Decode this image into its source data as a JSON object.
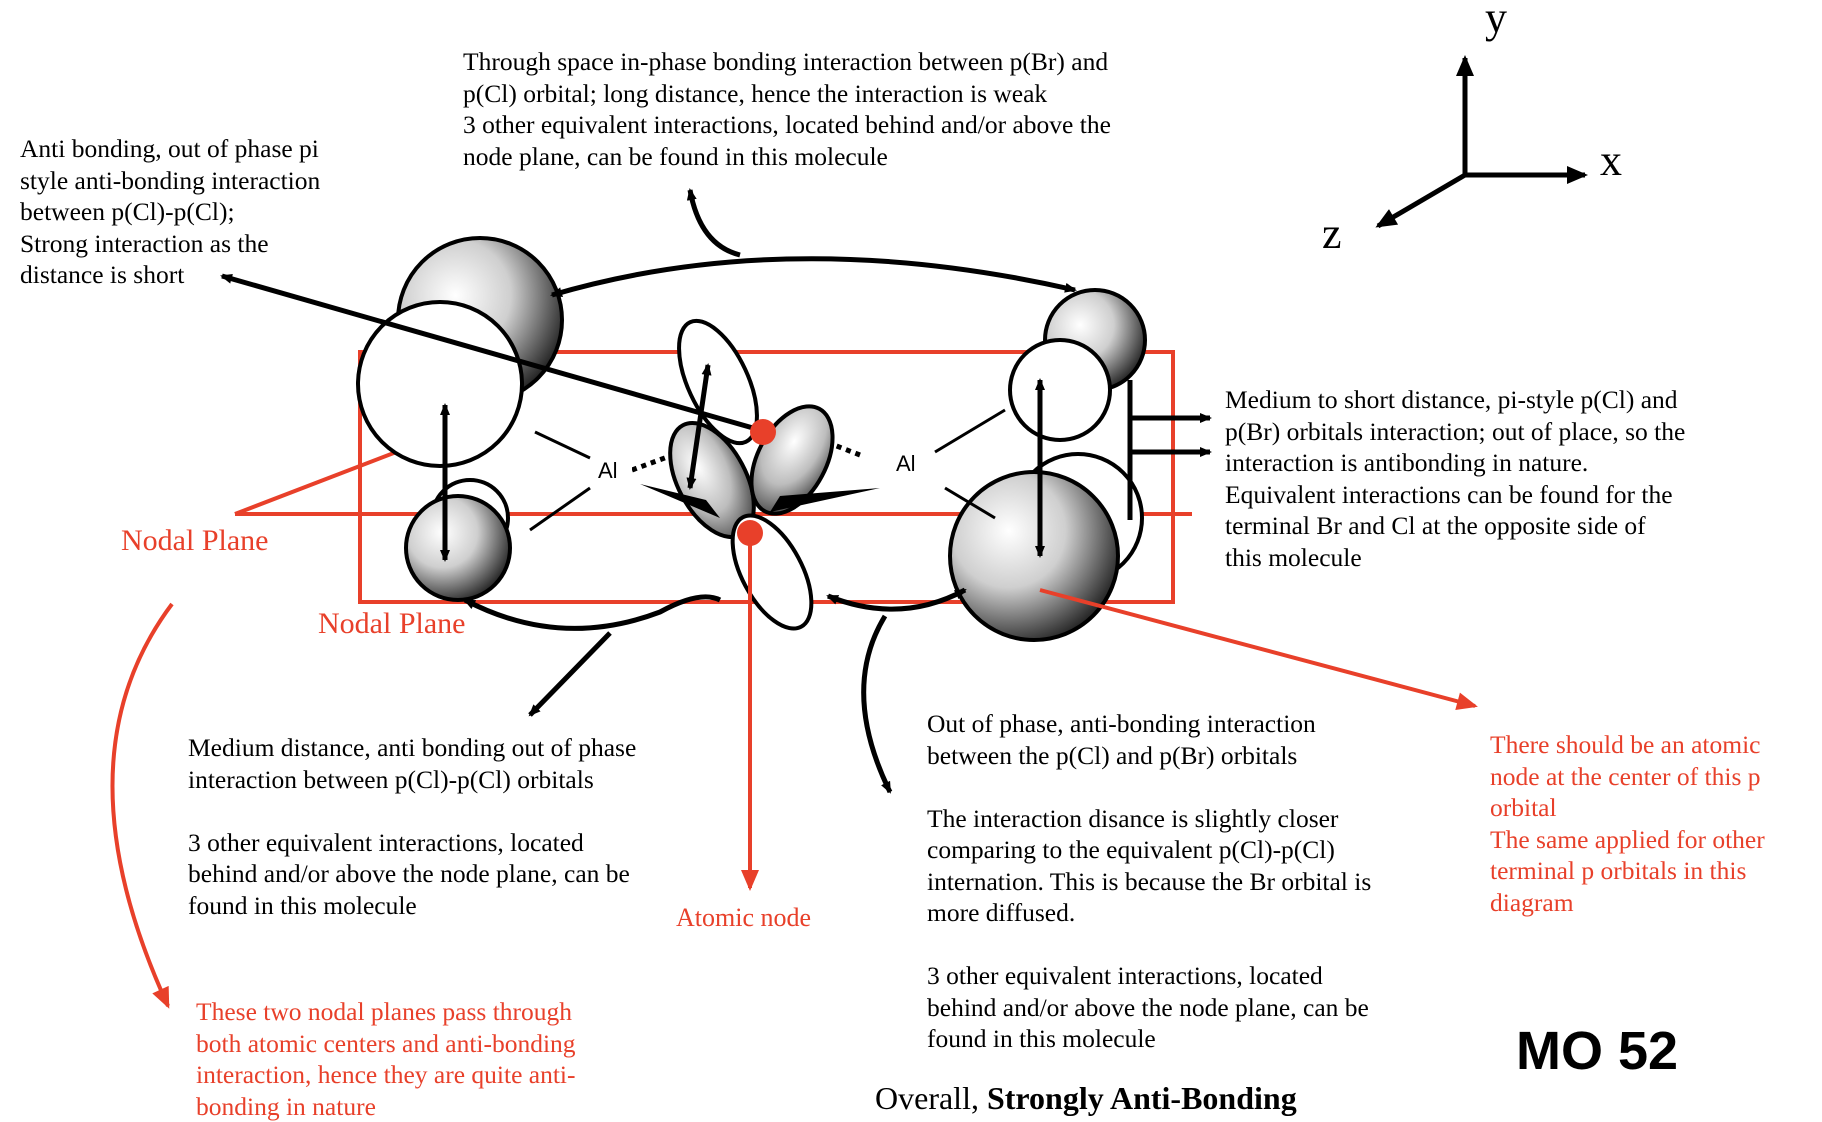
{
  "axes": {
    "x": "x",
    "y": "y",
    "z": "z"
  },
  "atoms": {
    "left": "Al",
    "right": "Al"
  },
  "annotations": {
    "through_space": "Through space in-phase bonding interaction between p(Br) and\np(Cl) orbital; long distance, hence the interaction is weak\n3 other equivalent interactions, located behind and/or above the\nnode plane, can be found in this molecule",
    "anti_bonding_left": "Anti bonding, out of phase pi\nstyle anti-bonding interaction\nbetween p(Cl)-p(Cl);\nStrong interaction as the\ndistance is short",
    "medium_short": "Medium to short distance, pi-style  p(Cl) and\np(Br) orbitals interaction; out of place, so the\ninteraction is antibonding in nature.\nEquivalent interactions can be found for the\nterminal Br and Cl at the opposite side of\nthis molecule",
    "medium_distance": "Medium distance, anti bonding out of phase\ninteraction between p(Cl)-p(Cl) orbitals\n\n3 other equivalent interactions, located\nbehind and/or above the node plane, can be\nfound in this molecule",
    "out_of_phase": "Out of phase, anti-bonding interaction\nbetween the p(Cl) and p(Br) orbitals\n\nThe interaction disance is slightly closer\ncomparing to the equivalent p(Cl)-p(Cl)\ninternation. This is because the Br orbital is\nmore diffused.\n\n3 other equivalent interactions, located\nbehind and/or above the node plane, can be\nfound in this molecule",
    "atomic_node_note": "There should be an atomic\nnode at the center of this p\norbital\nThe same applied for other\nterminal p orbitals in this\ndiagram",
    "nodal_planes_note": "These two nodal planes pass through\nboth atomic centers and anti-bonding\ninteraction, hence they are quite anti-\nbonding in nature"
  },
  "labels": {
    "nodal_plane_1": "Nodal Plane",
    "nodal_plane_2": "Nodal Plane",
    "atomic_node": "Atomic node"
  },
  "title": "MO 52",
  "overall_prefix": "Overall, ",
  "overall_strong": "Strongly Anti-Bonding",
  "colors": {
    "annotation_red": "#e8402a",
    "line_black": "#000000"
  }
}
